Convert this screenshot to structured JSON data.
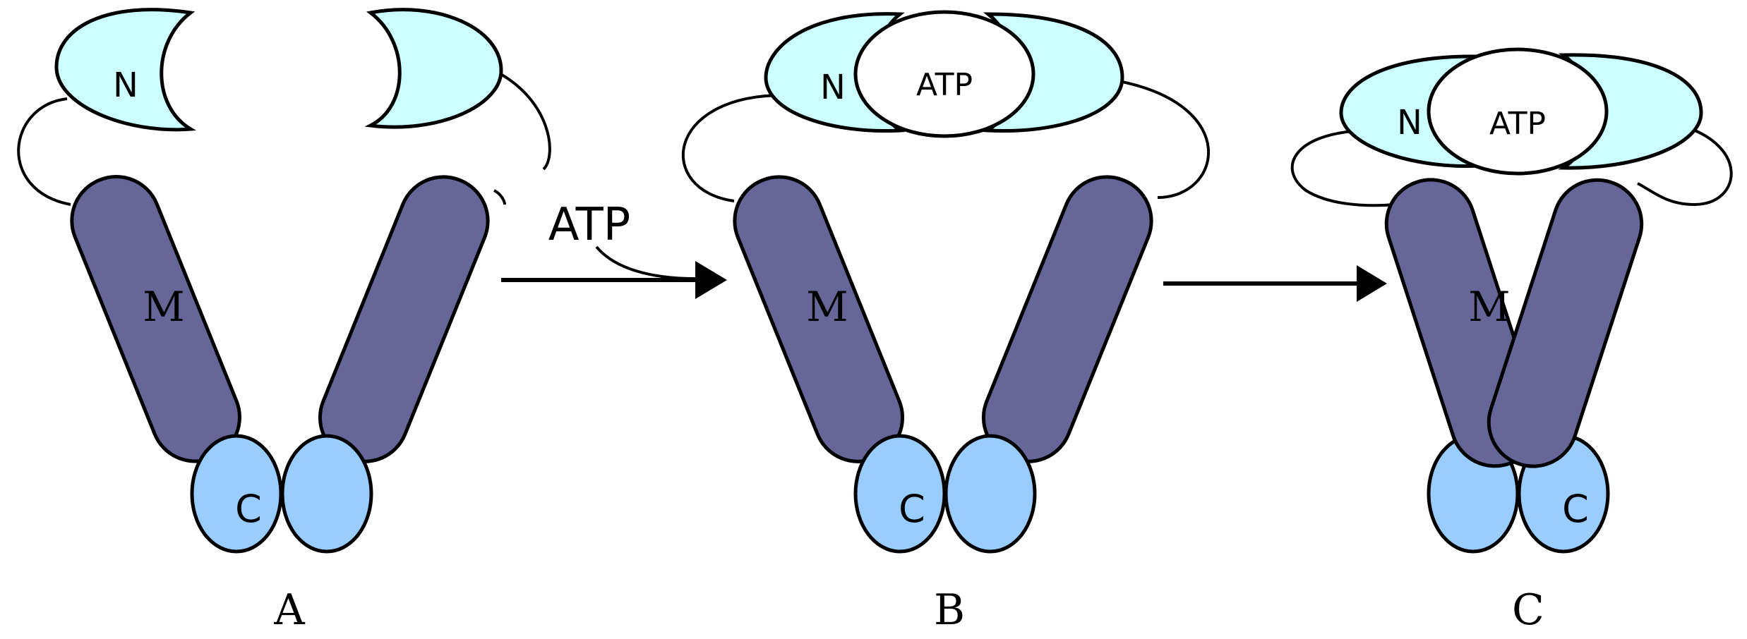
{
  "colors": {
    "n_domain": "#ccffff",
    "m_domain": "#666699",
    "c_domain": "#99ccff",
    "atp_fill": "#ffffff",
    "stroke": "#000000",
    "background": "#ffffff"
  },
  "labels": {
    "n": "N",
    "m": "M",
    "c": "C",
    "atp": "ATP"
  },
  "states": [
    {
      "caption": "A"
    },
    {
      "caption": "B"
    },
    {
      "caption": "C"
    }
  ],
  "transitions": [
    {
      "label": "ATP"
    },
    {
      "label": ""
    }
  ]
}
